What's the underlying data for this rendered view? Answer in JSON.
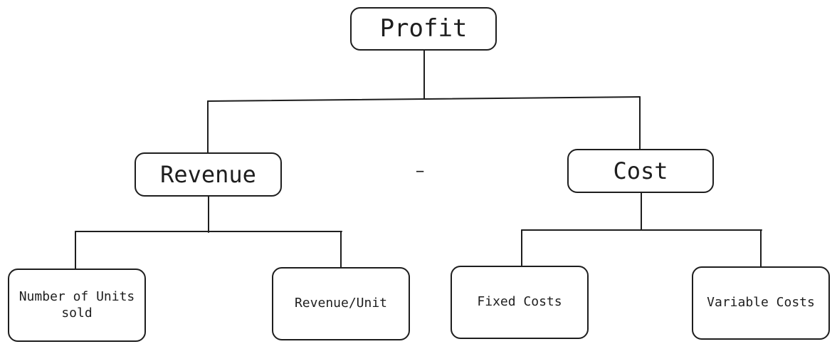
{
  "diagram": {
    "root": {
      "label": "Profit"
    },
    "operator": "−",
    "revenue": {
      "label": "Revenue",
      "children": [
        "Number of Units sold",
        "Revenue/Unit"
      ]
    },
    "cost": {
      "label": "Cost",
      "children": [
        "Fixed Costs",
        "Variable Costs"
      ]
    },
    "colors": {
      "stroke": "#1e1e1e",
      "background": "#ffffff"
    }
  }
}
